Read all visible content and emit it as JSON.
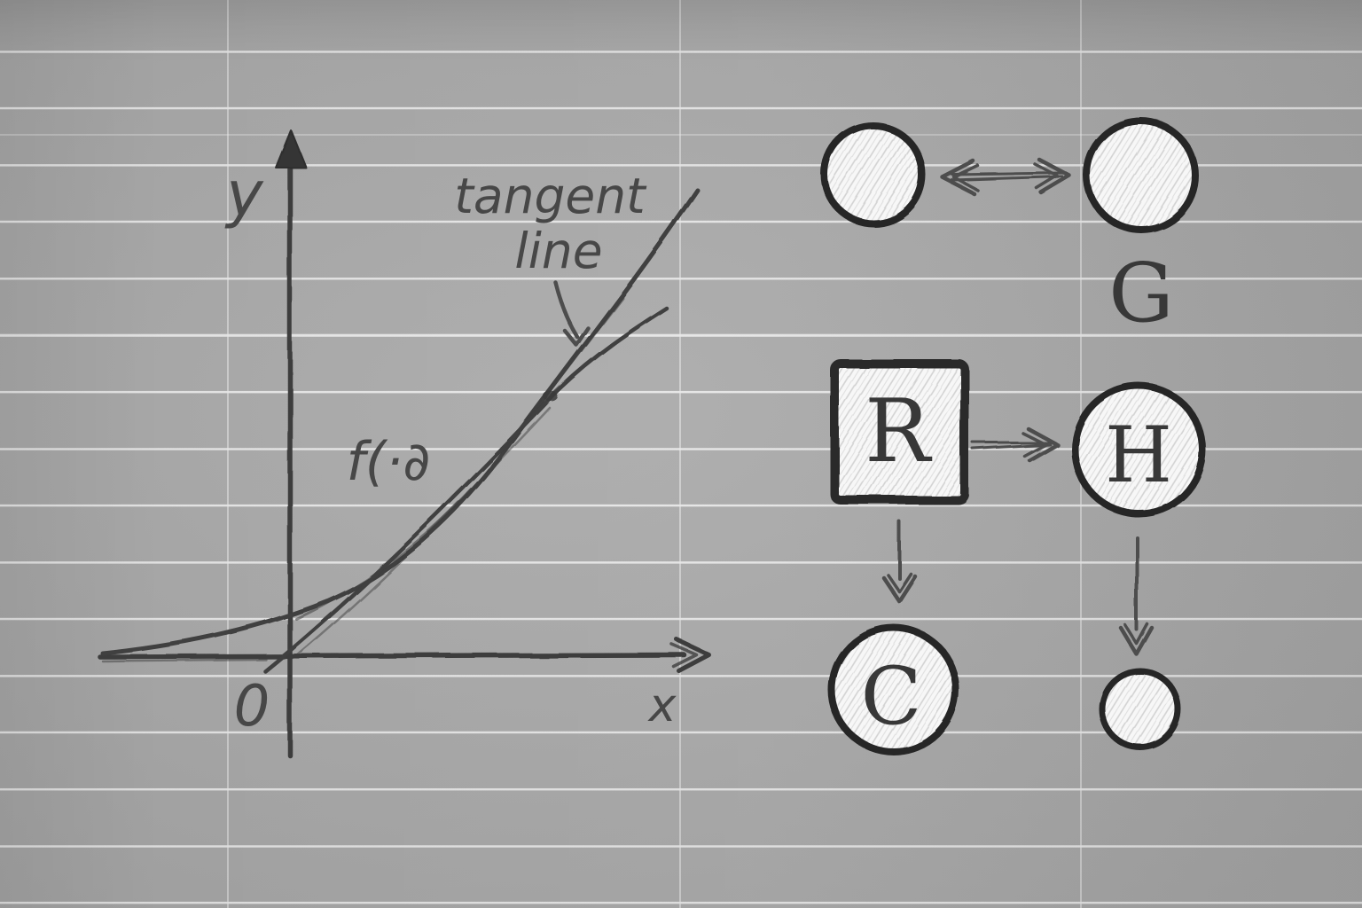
{
  "palette": {
    "paper_bg": "#a8a8a8",
    "rule_line": "#f1f1f1",
    "ink_outline": "#2a2a2a",
    "pencil_stroke": "#4d4d4d",
    "graph_ink": "#3d3d3d",
    "shape_fill": "#f7f7f7",
    "hatch_stroke": "#cfcfcf",
    "handwriting": "#474747",
    "letter_ink": "#383838"
  },
  "graph": {
    "y_axis_label": "y",
    "x_axis_label": "x",
    "origin_label": "0",
    "curve_label": "f(·∂",
    "tangent_annotation": {
      "line1": "tangent",
      "line2": "line"
    },
    "description": "hand-drawn increasing convex curve with a straight tangent line touching it at a marked point; annotation arrow points from the words to the tangency point"
  },
  "diagram": {
    "nodes": [
      {
        "id": "top-left-circle",
        "shape": "circle",
        "label": ""
      },
      {
        "id": "top-right-circle",
        "shape": "circle",
        "label": ""
      },
      {
        "id": "g-letter",
        "shape": "text",
        "label": "G"
      },
      {
        "id": "r-box",
        "shape": "square",
        "label": "R"
      },
      {
        "id": "h-circle",
        "shape": "circle",
        "label": "H"
      },
      {
        "id": "c-circle",
        "shape": "circle",
        "label": "C"
      },
      {
        "id": "small-circle",
        "shape": "circle",
        "label": ""
      }
    ],
    "edges": [
      {
        "from": "top-left-circle",
        "to": "top-right-circle",
        "type": "double-headed-arrow"
      },
      {
        "from": "r-box",
        "to": "h-circle",
        "type": "arrow-right"
      },
      {
        "from": "r-box",
        "to": "c-circle",
        "type": "arrow-down"
      },
      {
        "from": "h-circle",
        "to": "small-circle",
        "type": "arrow-down"
      }
    ]
  }
}
